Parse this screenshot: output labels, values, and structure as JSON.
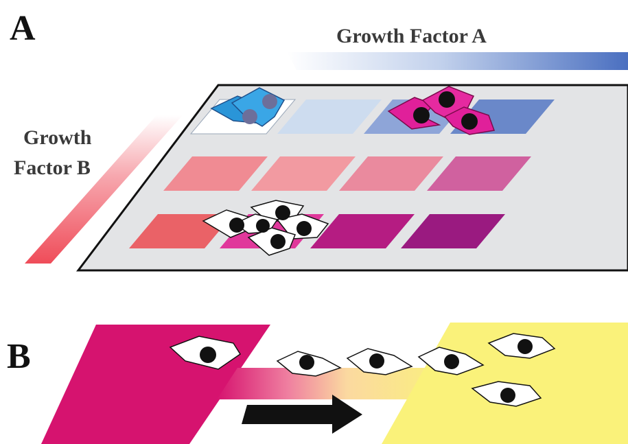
{
  "panel_a": {
    "letter": "A",
    "growth_factor_a_label": "Growth Factor A",
    "growth_factor_b_line1": "Growth",
    "growth_factor_b_line2": "Factor B",
    "grid": [
      [
        "#ffffff",
        "#cddcef",
        "#8ea5d8",
        "#6a88c9"
      ],
      [
        "#f08b93",
        "#f29aa1",
        "#ea8a9e",
        "#d0619f"
      ],
      [
        "#ea6267",
        "#e0389b",
        "#b51c82",
        "#9a1a80"
      ]
    ]
  },
  "panel_b": {
    "letter": "B"
  },
  "colors": {
    "factor_a_blue": "#4a6fc0",
    "factor_b_red": "#ef4c59",
    "magenta": "#d6136f",
    "yellow": "#faf27a",
    "cell_blue": "#2a95d8",
    "cell_magenta": "#e0209a",
    "plate_gray": "#e3e4e6"
  }
}
